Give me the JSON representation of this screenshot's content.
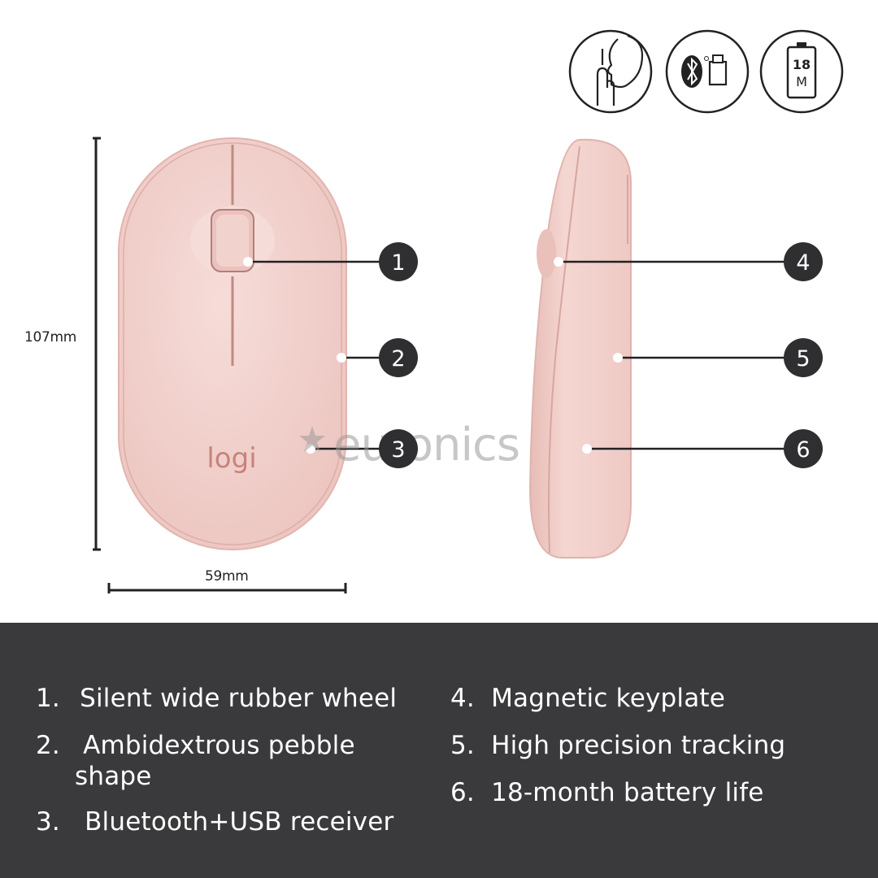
{
  "dimensions": {
    "height_label": "107mm",
    "width_label": "59mm"
  },
  "brand": {
    "logo_text": "logi",
    "watermark_text": "euronics"
  },
  "icons": {
    "silent": "silent-finger-icon",
    "connectivity": "bluetooth-usb-icon",
    "battery": "battery-icon",
    "battery_label_top": "18",
    "battery_label_bottom": "M"
  },
  "callouts": [
    "1",
    "2",
    "3",
    "4",
    "5",
    "6"
  ],
  "features": {
    "left": [
      {
        "num": "1.",
        "text": "Silent wide rubber wheel"
      },
      {
        "num": "2.",
        "text": "Ambidextrous pebble",
        "text2": "shape"
      },
      {
        "num": "3.",
        "text": "Bluetooth+USB receiver"
      }
    ],
    "right": [
      {
        "num": "4.",
        "text": "Magnetic keyplate"
      },
      {
        "num": "5.",
        "text": "High precision tracking"
      },
      {
        "num": "6.",
        "text": "18-month battery life"
      }
    ]
  },
  "colors": {
    "mouse_pink": "#f2d3cf",
    "panel_bg": "#3a3a3c",
    "callout_bg": "#2f2f31"
  }
}
